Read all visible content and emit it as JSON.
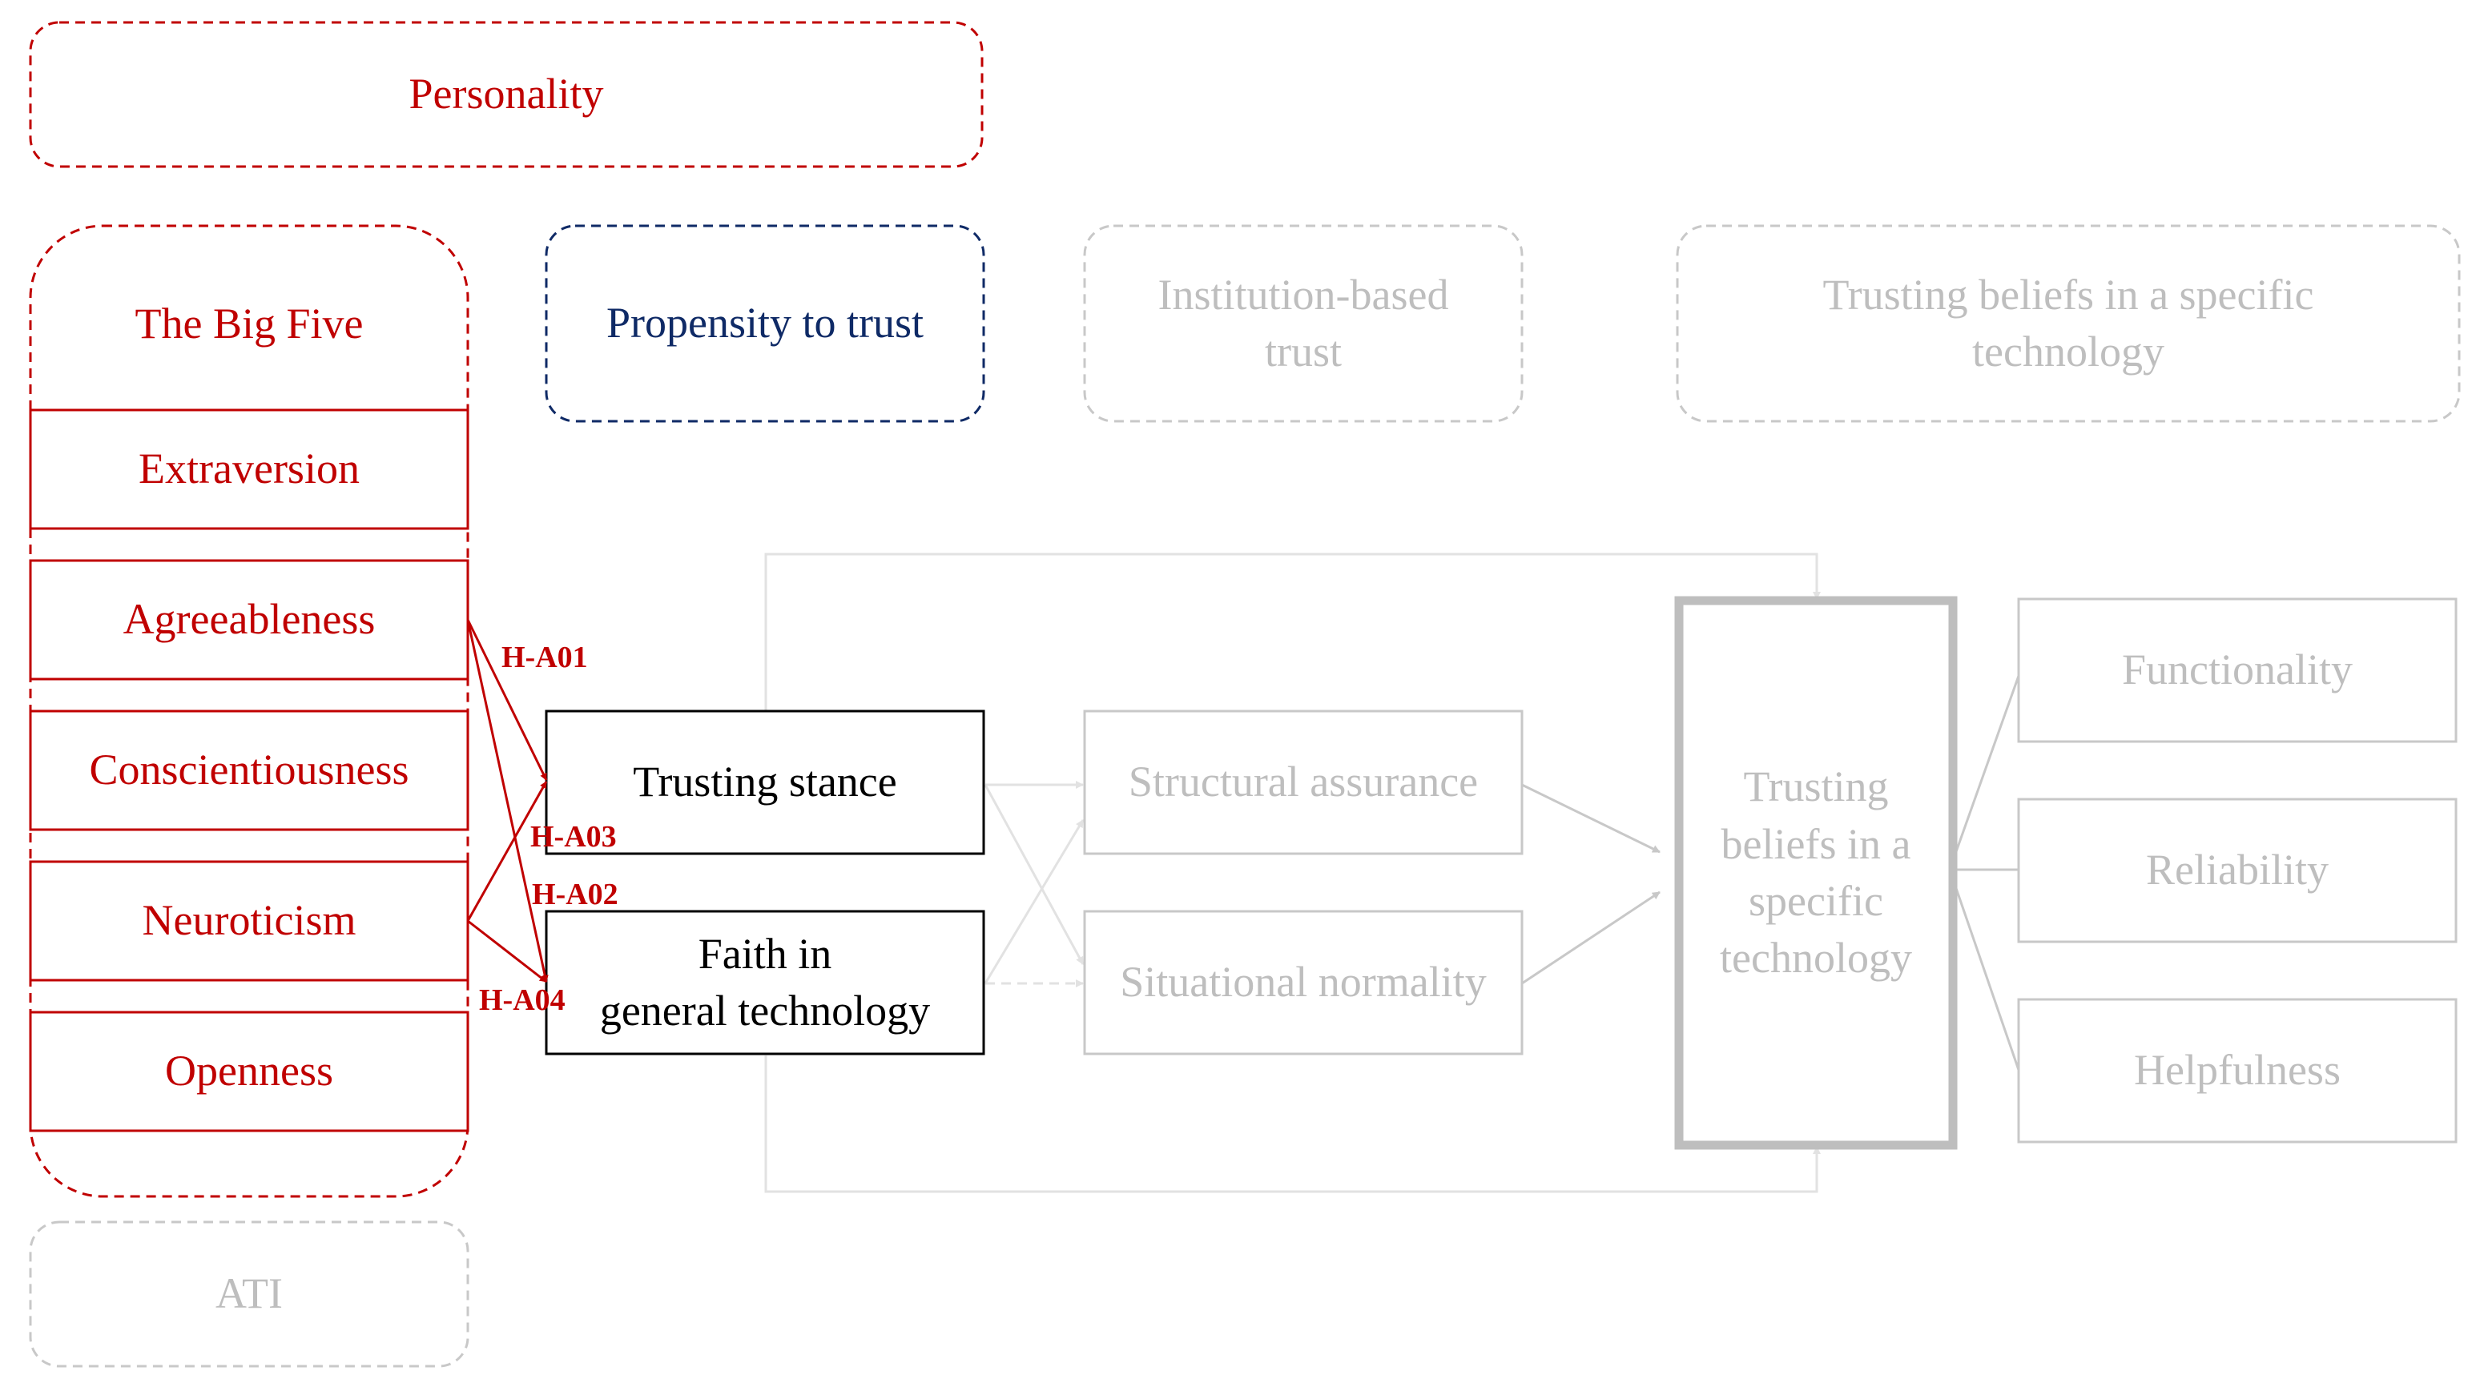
{
  "colors": {
    "accent_red": "#c00000",
    "navy": "#0f2a66",
    "black": "#000000",
    "inactive_grey": "#bebebe",
    "light_grey_line": "#d9d9d9"
  },
  "personality": {
    "label": "Personality"
  },
  "big_five": {
    "header": "The Big Five",
    "traits": [
      "Extraversion",
      "Agreeableness",
      "Conscientiousness",
      "Neuroticism",
      "Openness"
    ]
  },
  "ati": {
    "label": "ATI"
  },
  "propensity": {
    "label": "Propensity to trust"
  },
  "institution": {
    "label": "Institution-based trust"
  },
  "beliefs_header": {
    "label": "Trusting beliefs in a specific technology"
  },
  "trusting_stance": {
    "label": "Trusting stance"
  },
  "faith": {
    "label_line1": "Faith in",
    "label_line2": "general technology"
  },
  "structural": {
    "label": "Structural assurance"
  },
  "situational": {
    "label": "Situational normality"
  },
  "beliefs_main": {
    "label": "Trusting beliefs in a specific technology"
  },
  "functionality": {
    "label": "Functionality"
  },
  "reliability": {
    "label": "Reliability"
  },
  "helpfulness": {
    "label": "Helpfulness"
  },
  "hypotheses": [
    "H-A01",
    "H-A03",
    "H-A02",
    "H-A04"
  ]
}
